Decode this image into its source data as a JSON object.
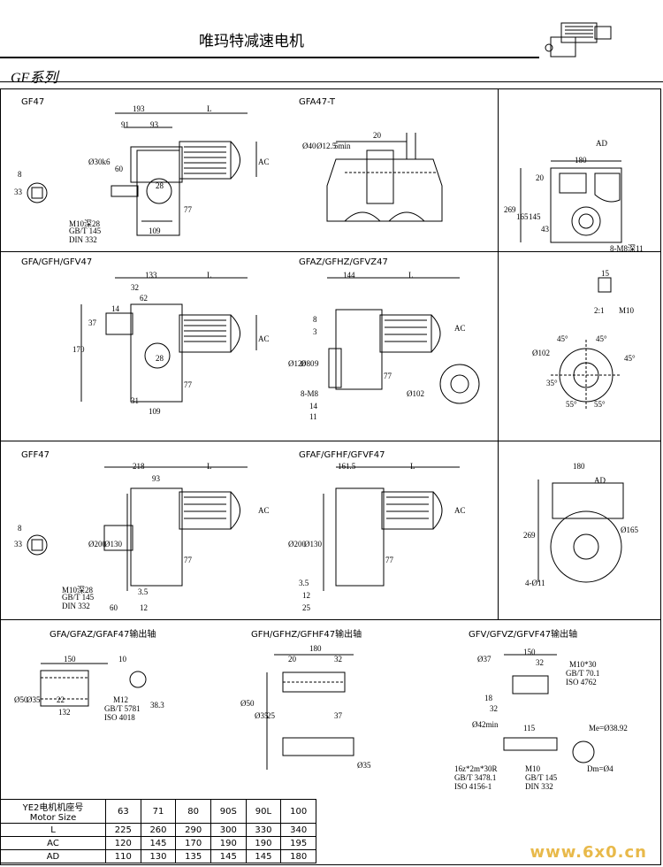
{
  "header": {
    "title": "唯玛特减速电机",
    "series": "GF系列"
  },
  "panels": {
    "gf47": {
      "title": "GF47",
      "dims": [
        "193",
        "91",
        "93",
        "L",
        "Ø30k6",
        "60",
        "8",
        "33",
        "77",
        "109",
        "AC",
        "28"
      ],
      "note": [
        "M10深28",
        "GB/T 145",
        "DIN 332"
      ]
    },
    "gfa47t": {
      "title": "GFA47-T",
      "dims": [
        "Ø40",
        "Ø12.5",
        "20",
        "5min"
      ]
    },
    "side1": {
      "dims": [
        "AD",
        "180",
        "20",
        "269",
        "165",
        "145",
        "43",
        "8-M8深11"
      ]
    },
    "gfa47": {
      "title": "GFA/GFH/GFV47",
      "dims": [
        "133",
        "32",
        "62",
        "14",
        "L",
        "37",
        "170",
        "31",
        "109",
        "77",
        "AC",
        "28"
      ]
    },
    "gfaz47": {
      "title": "GFAZ/GFHZ/GFVZ47",
      "dims": [
        "144",
        "L",
        "8",
        "3",
        "Ø120",
        "Ø80",
        "9",
        "8-M8",
        "14",
        "11",
        "77",
        "AC",
        "Ø102"
      ]
    },
    "side2": {
      "dims": [
        "15",
        "2:1",
        "M10",
        "Ø102",
        "45°",
        "45°",
        "45°",
        "35°",
        "55°",
        "55°"
      ]
    },
    "gff47": {
      "title": "GFF47",
      "dims": [
        "218",
        "93",
        "L",
        "Ø200",
        "Ø130",
        "8",
        "33",
        "3.5",
        "60",
        "12",
        "77",
        "AC"
      ],
      "note": [
        "M10深28",
        "GB/T 145",
        "DIN 332"
      ]
    },
    "gfaf47": {
      "title": "GFAF/GFHF/GFVF47",
      "dims": [
        "161.5",
        "L",
        "Ø200",
        "Ø130",
        "3.5",
        "12",
        "25",
        "77",
        "AC"
      ]
    },
    "side3": {
      "dims": [
        "180",
        "AD",
        "269",
        "Ø165",
        "4-Ø11"
      ]
    },
    "shaft1": {
      "title": "GFA/GFAZ/GFAF47输出轴",
      "dims": [
        "150",
        "10",
        "Ø50",
        "Ø35",
        "22",
        "132",
        "38.3"
      ],
      "note": [
        "M12",
        "GB/T 5781",
        "ISO 4018"
      ]
    },
    "shaft2": {
      "title": "GFH/GFHZ/GFHF47输出轴",
      "dims": [
        "180",
        "20",
        "32",
        "Ø50",
        "Ø35",
        "25",
        "37",
        "Ø35"
      ]
    },
    "shaft3": {
      "title": "GFV/GFVZ/GFVF47输出轴",
      "dims": [
        "150",
        "32",
        "Ø37",
        "18",
        "32",
        "Ø42min",
        "115",
        "Me=Ø38.92",
        "Dm=Ø4"
      ],
      "note": [
        "M10*30",
        "GB/T 70.1",
        "ISO 4762",
        "16z*2m*30R",
        "GB/T 3478.1",
        "ISO 4156-1",
        "M10",
        "GB/T 145",
        "DIN 332"
      ]
    }
  },
  "table": {
    "header": [
      "YE2电机机座号",
      "Motor Size"
    ],
    "sizes": [
      "63",
      "71",
      "80",
      "90S",
      "90L",
      "100"
    ],
    "rows": [
      {
        "label": "L",
        "values": [
          "225",
          "260",
          "290",
          "300",
          "330",
          "340"
        ]
      },
      {
        "label": "AC",
        "values": [
          "120",
          "145",
          "170",
          "190",
          "190",
          "195"
        ]
      },
      {
        "label": "AD",
        "values": [
          "110",
          "130",
          "135",
          "145",
          "145",
          "180"
        ]
      }
    ]
  },
  "watermark": "www.6x0.cn",
  "colors": {
    "line": "#000000",
    "watermark": "#e8b94a",
    "watermark_accent": "#dd3333"
  }
}
